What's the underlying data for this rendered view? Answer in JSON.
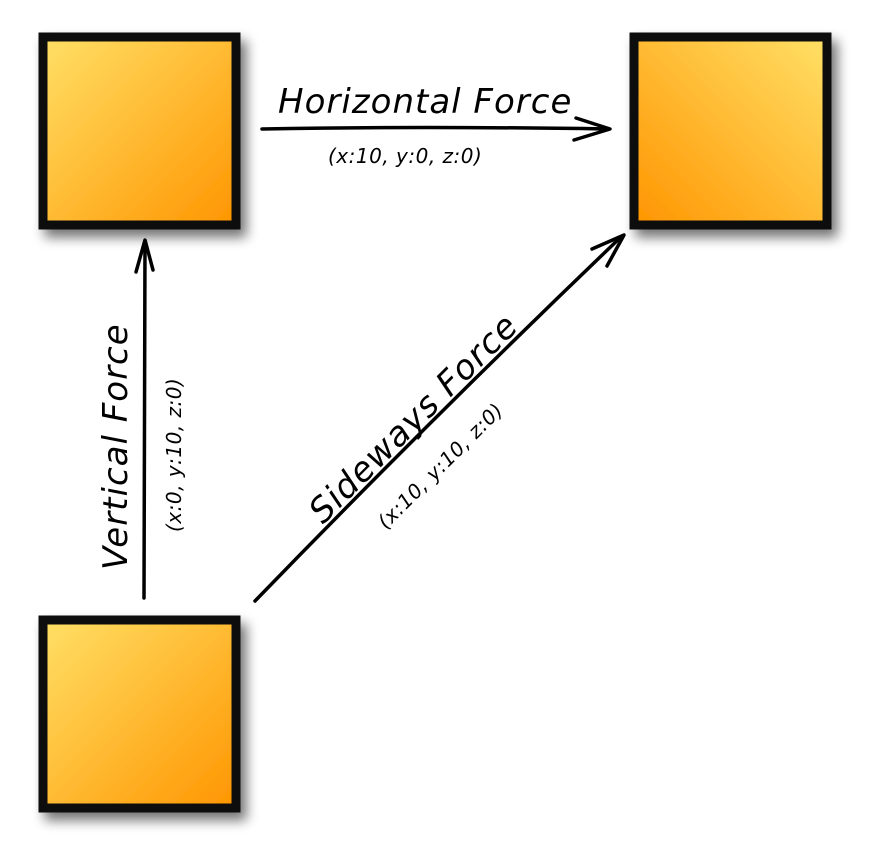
{
  "colors": {
    "box_fill_light": "#ffe066",
    "box_fill_dark": "#ff9500",
    "box_border": "#0d0d0d",
    "arrow": "#000000"
  },
  "forces": {
    "horizontal": {
      "title": "Horizontal Force",
      "vector": "(x:10, y:0, z:0)"
    },
    "vertical": {
      "title": "Vertical Force",
      "vector": "(x:0, y:10, z:0)"
    },
    "sideways": {
      "title": "Sideways Force",
      "vector": "(x:10, y:10, z:0)"
    }
  }
}
